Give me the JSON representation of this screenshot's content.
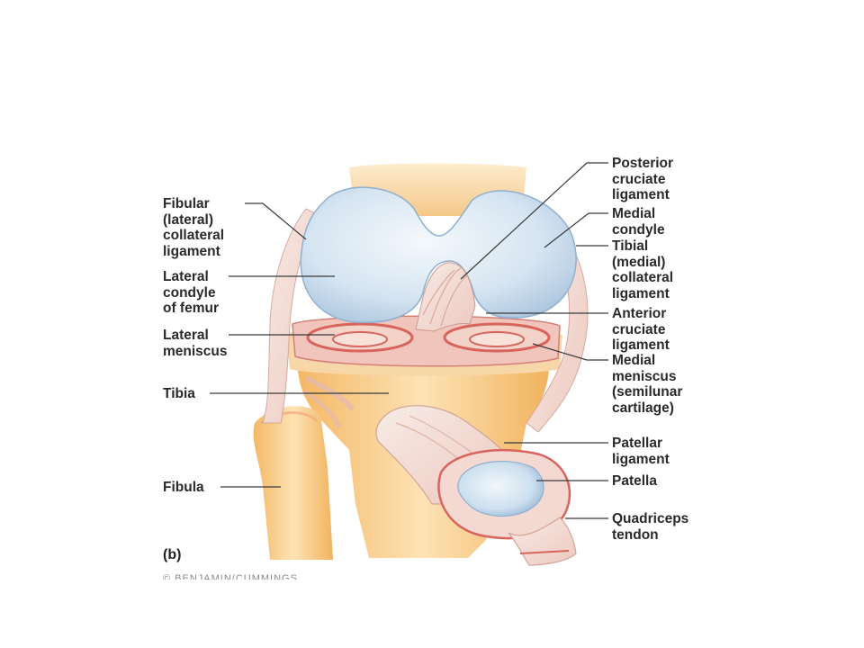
{
  "labels": {
    "fibular_collateral": "Fibular\n(lateral)\ncollateral\nligament",
    "lateral_condyle": "Lateral\ncondyle\nof femur",
    "lateral_meniscus": "Lateral\nmeniscus",
    "tibia": "Tibia",
    "fibula": "Fibula",
    "posterior_cruciate": "Posterior\ncruciate\nligament",
    "medial_condyle": "Medial\ncondyle",
    "tibial_collateral": "Tibial\n(medial)\ncollateral\nligament",
    "anterior_cruciate": "Anterior\ncruciate\nligament",
    "medial_meniscus": "Medial\nmeniscus\n(semilunar\ncartilage)",
    "patellar_ligament": "Patellar\nligament",
    "patella": "Patella",
    "quadriceps_tendon": "Quadriceps\ntendon"
  },
  "figure_letter": "(b)",
  "copyright": "© BENJAMIN/CUMMINGS",
  "colors": {
    "bone": "#f6c27a",
    "cartilage": "#cfe0ef",
    "ligament": "#f3ddd6",
    "meniscus": "#e99a92",
    "leader": "#3a3a3a"
  }
}
